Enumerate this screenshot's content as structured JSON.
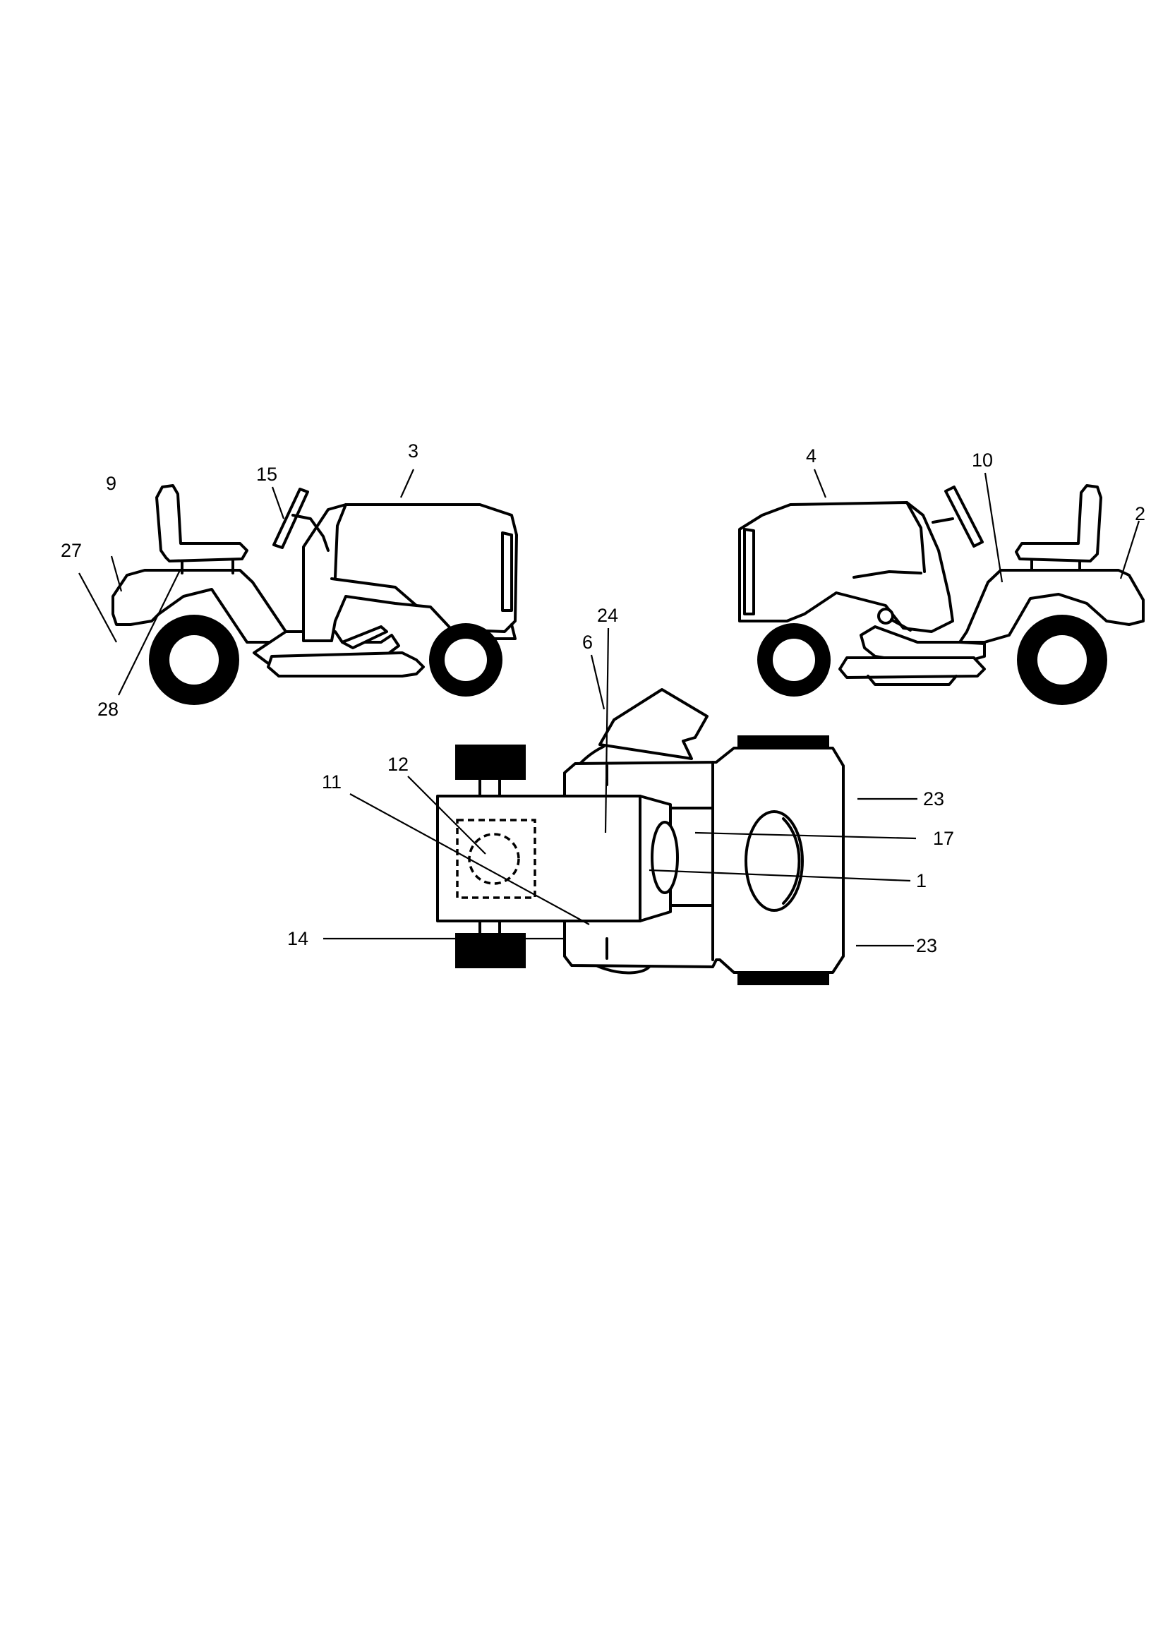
{
  "figure": {
    "views": [
      "left-side-view",
      "right-side-view",
      "top-view"
    ]
  },
  "callouts": {
    "c1": "1",
    "c2": "2",
    "c3": "3",
    "c4": "4",
    "c6": "6",
    "c9": "9",
    "c10": "10",
    "c11": "11",
    "c12": "12",
    "c14": "14",
    "c15": "15",
    "c17": "17",
    "c23a": "23",
    "c23b": "23",
    "c24": "24",
    "c27": "27",
    "c28": "28"
  }
}
